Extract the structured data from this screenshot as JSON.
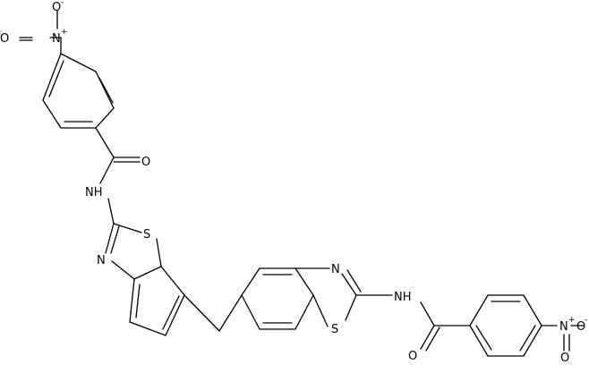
{
  "molecule": {
    "atom_labels": {
      "nitro_N_top": "N",
      "nitro_charge_top": "+",
      "nitro_O1_top": "O",
      "nitro_O1_charge_top": "-",
      "nitro_O2_top": "O",
      "amide_O_top": "O",
      "amide_NH_top": "NH",
      "thiazole_S_top": "S",
      "thiazole_N_top": "N",
      "thiazole_N_right": "N",
      "thiazole_S_right": "S",
      "amide_NH_right": "NH",
      "amide_O_right": "O",
      "nitro_N_right": "N",
      "nitro_charge_right": "+",
      "nitro_O1_right": "O",
      "nitro_O1_charge_right": "-",
      "nitro_O2_right": "O"
    },
    "bond_color": "#000000"
  }
}
